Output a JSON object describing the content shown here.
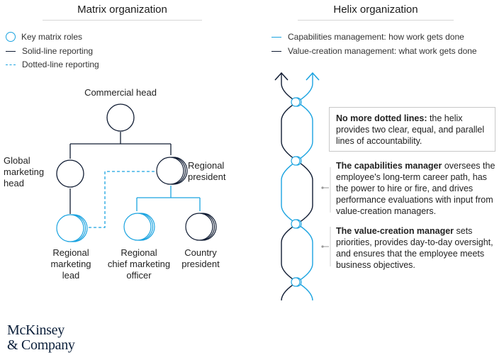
{
  "matrix": {
    "title": "Matrix organization",
    "legend": [
      {
        "type": "circle",
        "label": "Key matrix roles",
        "color": "#1aa3e0"
      },
      {
        "type": "solid",
        "label": "Solid-line reporting",
        "color": "#101c33"
      },
      {
        "type": "dotted",
        "label": "Dotted-line reporting",
        "color": "#1aa3e0"
      }
    ],
    "nodes": {
      "commercial_head": "Commercial head",
      "global_marketing_head": [
        "Global",
        "marketing",
        "head"
      ],
      "regional_president": [
        "Regional",
        "president"
      ],
      "regional_marketing_lead": [
        "Regional",
        "marketing",
        "lead"
      ],
      "regional_cmo": [
        "Regional",
        "chief marketing",
        "officer"
      ],
      "country_president": [
        "Country",
        "president"
      ]
    }
  },
  "helix": {
    "title": "Helix organization",
    "legend": [
      {
        "type": "solid",
        "label": "Capabilities management: how work gets done",
        "color": "#1aa3e0"
      },
      {
        "type": "solid",
        "label": "Value-creation management: what work gets done",
        "color": "#101c33"
      }
    ],
    "notes": [
      {
        "bold": "No more dotted lines:",
        "text": " the helix provides two clear, equal, and parallel lines of accountability."
      },
      {
        "bold": "The capabilities manager",
        "text": " oversees the employee's long-term career path, has the power to hire or fire, and drives performance evaluations with input from value-creation managers."
      },
      {
        "bold": "The value-creation manager",
        "text": " sets priorities, provides day-to-day oversight, and ensures that the employee meets business objectives."
      }
    ]
  },
  "colors": {
    "blue": "#1aa3e0",
    "navy": "#101c33"
  },
  "logo": [
    "McKinsey",
    "& Company"
  ]
}
